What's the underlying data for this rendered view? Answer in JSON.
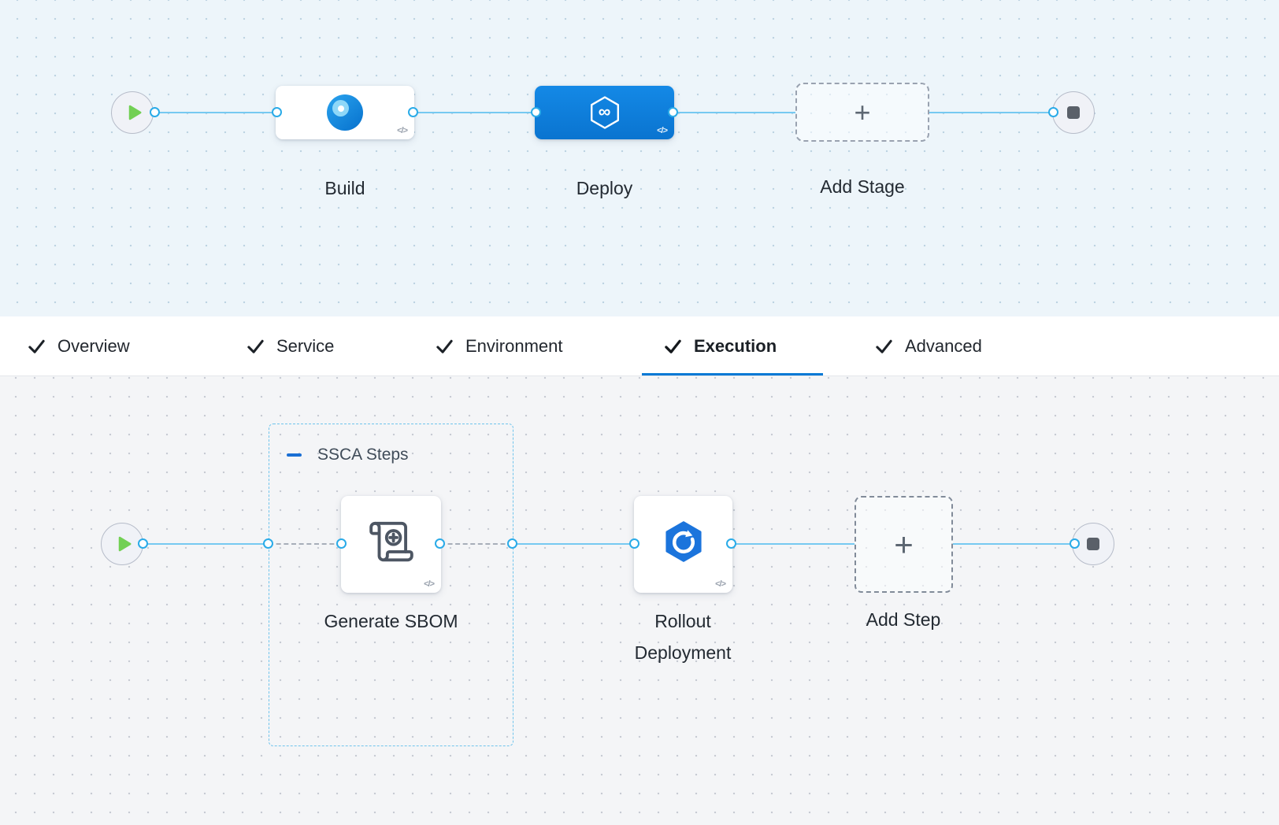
{
  "stage_pipeline": {
    "nodes": {
      "build": {
        "label": "Build"
      },
      "deploy": {
        "label": "Deploy"
      },
      "add_stage": {
        "label": "Add Stage"
      }
    },
    "code_badge": "</>"
  },
  "config_tabs": {
    "overview": "Overview",
    "service": "Service",
    "environment": "Environment",
    "execution": "Execution",
    "advanced": "Advanced"
  },
  "execution_canvas": {
    "step_group": {
      "label": "SSCA Steps"
    },
    "steps": {
      "generate_sbom": {
        "label": "Generate SBOM"
      },
      "rollout": {
        "line1": "Rollout",
        "line2": "Deployment"
      },
      "add_step": {
        "label": "Add Step"
      }
    },
    "code_badge": "</>"
  },
  "glyphs": {
    "plus": "+",
    "infinity": "∞"
  },
  "colors": {
    "accent_blue": "#0278d5",
    "connector_blue": "#76c9f1",
    "deploy_node_blue": "#0f83de",
    "play_green": "#72d054"
  }
}
